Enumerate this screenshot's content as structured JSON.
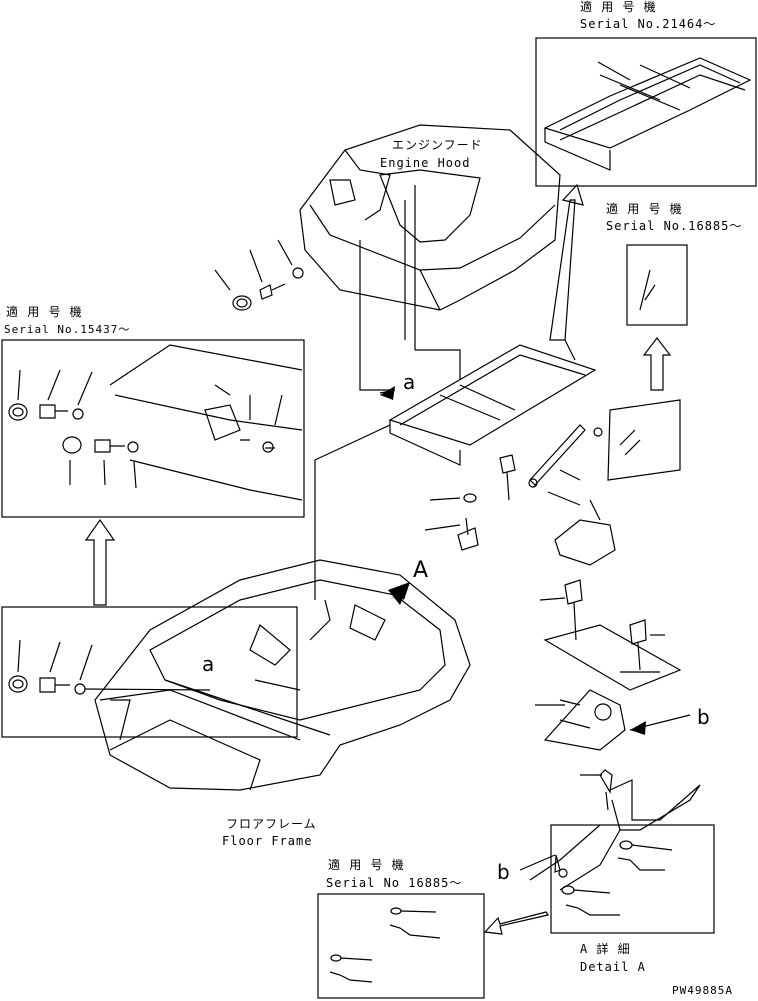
{
  "labels": {
    "serial_21464_jp": "適 用 号 機",
    "serial_21464_en": "Serial No.21464～",
    "hood_jp": "エンジンフード",
    "hood_en": "Engine Hood",
    "serial_16885_top_jp": "適 用 号 機",
    "serial_16885_top_en": "Serial No.16885～",
    "serial_15437_jp": "適 用 号 機",
    "serial_15437_en": "Serial No.15437～",
    "floor_jp": "フロアフレーム",
    "floor_en": "Floor Frame",
    "serial_16885_bottom_jp": "適 用 号 機",
    "serial_16885_bottom_en": "Serial No 16885～",
    "detail_jp": "A 詳 細",
    "detail_en": "Detail A",
    "doc_code": "PW49885A",
    "callout_a_main": "a",
    "callout_a_floor": "a",
    "callout_A": "A",
    "callout_b_right": "b",
    "callout_b_bottom": "b"
  },
  "colors": {
    "line": "#000000",
    "background": "#ffffff"
  }
}
